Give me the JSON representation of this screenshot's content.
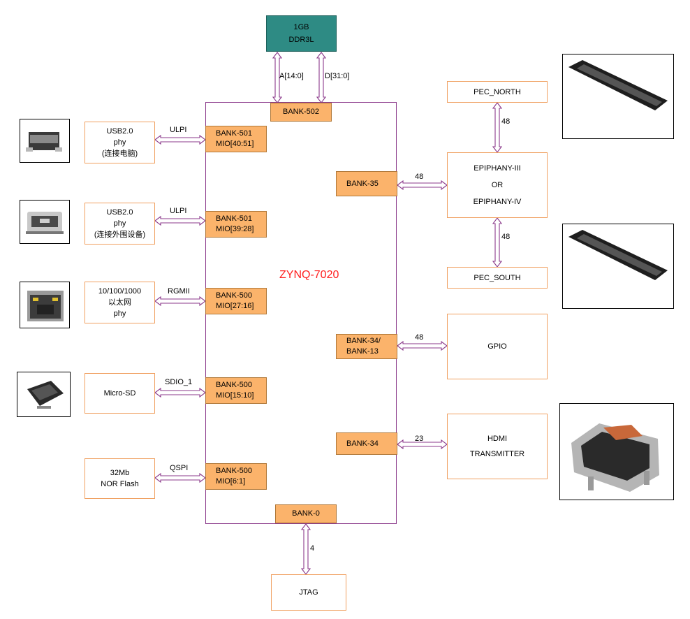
{
  "chip": {
    "name": "ZYNQ-7020"
  },
  "ddr": {
    "line1": "1GB",
    "line2": "DDR3L",
    "addr_label": "A[14:0]",
    "data_label": "D[31:0]"
  },
  "banks": {
    "b502": "BANK-502",
    "b501a_1": "BANK-501",
    "b501a_2": "MIO[40:51]",
    "b501b_1": "BANK-501",
    "b501b_2": "MIO[39:28]",
    "b500a_1": "BANK-500",
    "b500a_2": "MIO[27:16]",
    "b500b_1": "BANK-500",
    "b500b_2": "MIO[15:10]",
    "b500c_1": "BANK-500",
    "b500c_2": "MIO[6:1]",
    "b0": "BANK-0",
    "b35": "BANK-35",
    "b34_13_1": "BANK-34/",
    "b34_13_2": "BANK-13",
    "b34": "BANK-34"
  },
  "left_blocks": {
    "usb1": {
      "l1": "USB2.0",
      "l2": "phy",
      "l3": "(连接电脑)",
      "bus": "ULPI"
    },
    "usb2": {
      "l1": "USB2.0",
      "l2": "phy",
      "l3": "(连接外围设备)",
      "bus": "ULPI"
    },
    "eth": {
      "l1": "10/100/1000",
      "l2": "以太网",
      "l3": "phy",
      "bus": "RGMII"
    },
    "sd": {
      "l1": "Micro-SD",
      "bus": "SDIO_1"
    },
    "flash": {
      "l1": "32Mb",
      "l2": "NOR Flash",
      "bus": "QSPI"
    }
  },
  "right_blocks": {
    "pec_north": "PEC_NORTH",
    "epiphany": {
      "l1": "EPIPHANY-III",
      "l2": "OR",
      "l3": "EPIPHANY-IV"
    },
    "pec_south": "PEC_SOUTH",
    "gpio": "GPIO",
    "hdmi": {
      "l1": "HDMI",
      "l2": "TRANSMITTER"
    }
  },
  "bus_widths": {
    "b35": "48",
    "north": "48",
    "south": "48",
    "gpio": "48",
    "hdmi": "23",
    "jtag": "4"
  },
  "jtag": "JTAG",
  "colors": {
    "box_border": "#f0a060",
    "bank_fill": "#fbb36b",
    "chip_border": "#8b3a8b",
    "ddr_fill": "#2e8b84",
    "chip_name": "#ff1e1e",
    "arrow": "#8b3a8b"
  }
}
